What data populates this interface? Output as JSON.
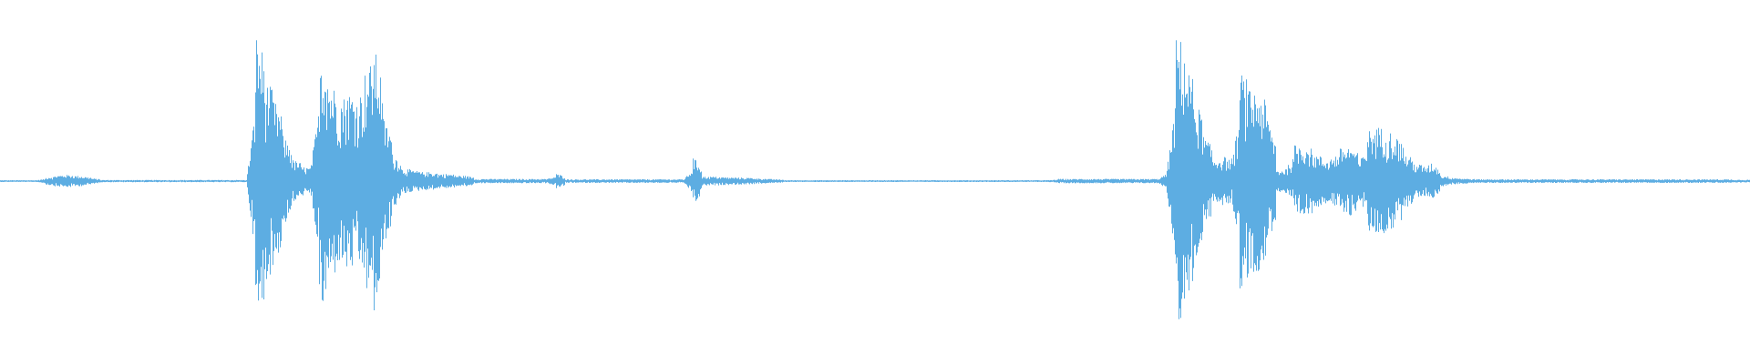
{
  "chart_data": {
    "type": "area",
    "description_kind": "audio-waveform",
    "color": "#5dade2",
    "background": "#ffffff",
    "grid": false,
    "legend": "none",
    "amplitude_range": [
      -1,
      1
    ],
    "envelope": [
      0.005,
      0.005,
      0.005,
      0.005,
      0.005,
      0.02,
      0.03,
      0.035,
      0.03,
      0.025,
      0.015,
      0.006,
      0.006,
      0.006,
      0.006,
      0.006,
      0.006,
      0.006,
      0.006,
      0.006,
      0.006,
      0.006,
      0.006,
      0.006,
      0.006,
      0.006,
      0.006,
      0.006,
      0.82,
      0.55,
      0.45,
      0.25,
      0.12,
      0.08,
      0.07,
      0.74,
      0.55,
      0.45,
      0.5,
      0.45,
      0.6,
      0.74,
      0.35,
      0.15,
      0.07,
      0.06,
      0.05,
      0.05,
      0.04,
      0.04,
      0.03,
      0.03,
      0.012,
      0.012,
      0.012,
      0.012,
      0.012,
      0.012,
      0.012,
      0.012,
      0.012,
      0.04,
      0.01,
      0.01,
      0.01,
      0.01,
      0.01,
      0.01,
      0.01,
      0.01,
      0.01,
      0.01,
      0.01,
      0.01,
      0.01,
      0.01,
      0.13,
      0.025,
      0.025,
      0.022,
      0.02,
      0.02,
      0.018,
      0.015,
      0.012,
      0.01,
      0.005,
      0.005,
      0.005,
      0.005,
      0.005,
      0.005,
      0.005,
      0.005,
      0.005,
      0.005,
      0.005,
      0.005,
      0.005,
      0.005,
      0.005,
      0.005,
      0.005,
      0.005,
      0.005,
      0.005,
      0.005,
      0.005,
      0.005,
      0.005,
      0.005,
      0.005,
      0.005,
      0.005,
      0.005,
      0.005,
      0.012,
      0.012,
      0.012,
      0.012,
      0.012,
      0.012,
      0.012,
      0.012,
      0.012,
      0.012,
      0.012,
      0.012,
      0.07,
      0.82,
      0.65,
      0.45,
      0.25,
      0.12,
      0.14,
      0.1,
      0.6,
      0.5,
      0.5,
      0.35,
      0.06,
      0.07,
      0.2,
      0.2,
      0.15,
      0.12,
      0.13,
      0.18,
      0.2,
      0.1,
      0.28,
      0.3,
      0.28,
      0.25,
      0.15,
      0.1,
      0.08,
      0.1,
      0.03,
      0.02,
      0.015,
      0.012,
      0.01,
      0.01,
      0.01,
      0.01,
      0.01,
      0.01,
      0.01,
      0.01,
      0.01,
      0.01,
      0.01,
      0.01,
      0.01,
      0.01,
      0.01,
      0.01,
      0.01,
      0.01,
      0.01,
      0.01,
      0.01,
      0.01,
      0.01,
      0.01,
      0.01,
      0.01,
      0.01,
      0.01,
      0.008,
      0.008
    ]
  }
}
